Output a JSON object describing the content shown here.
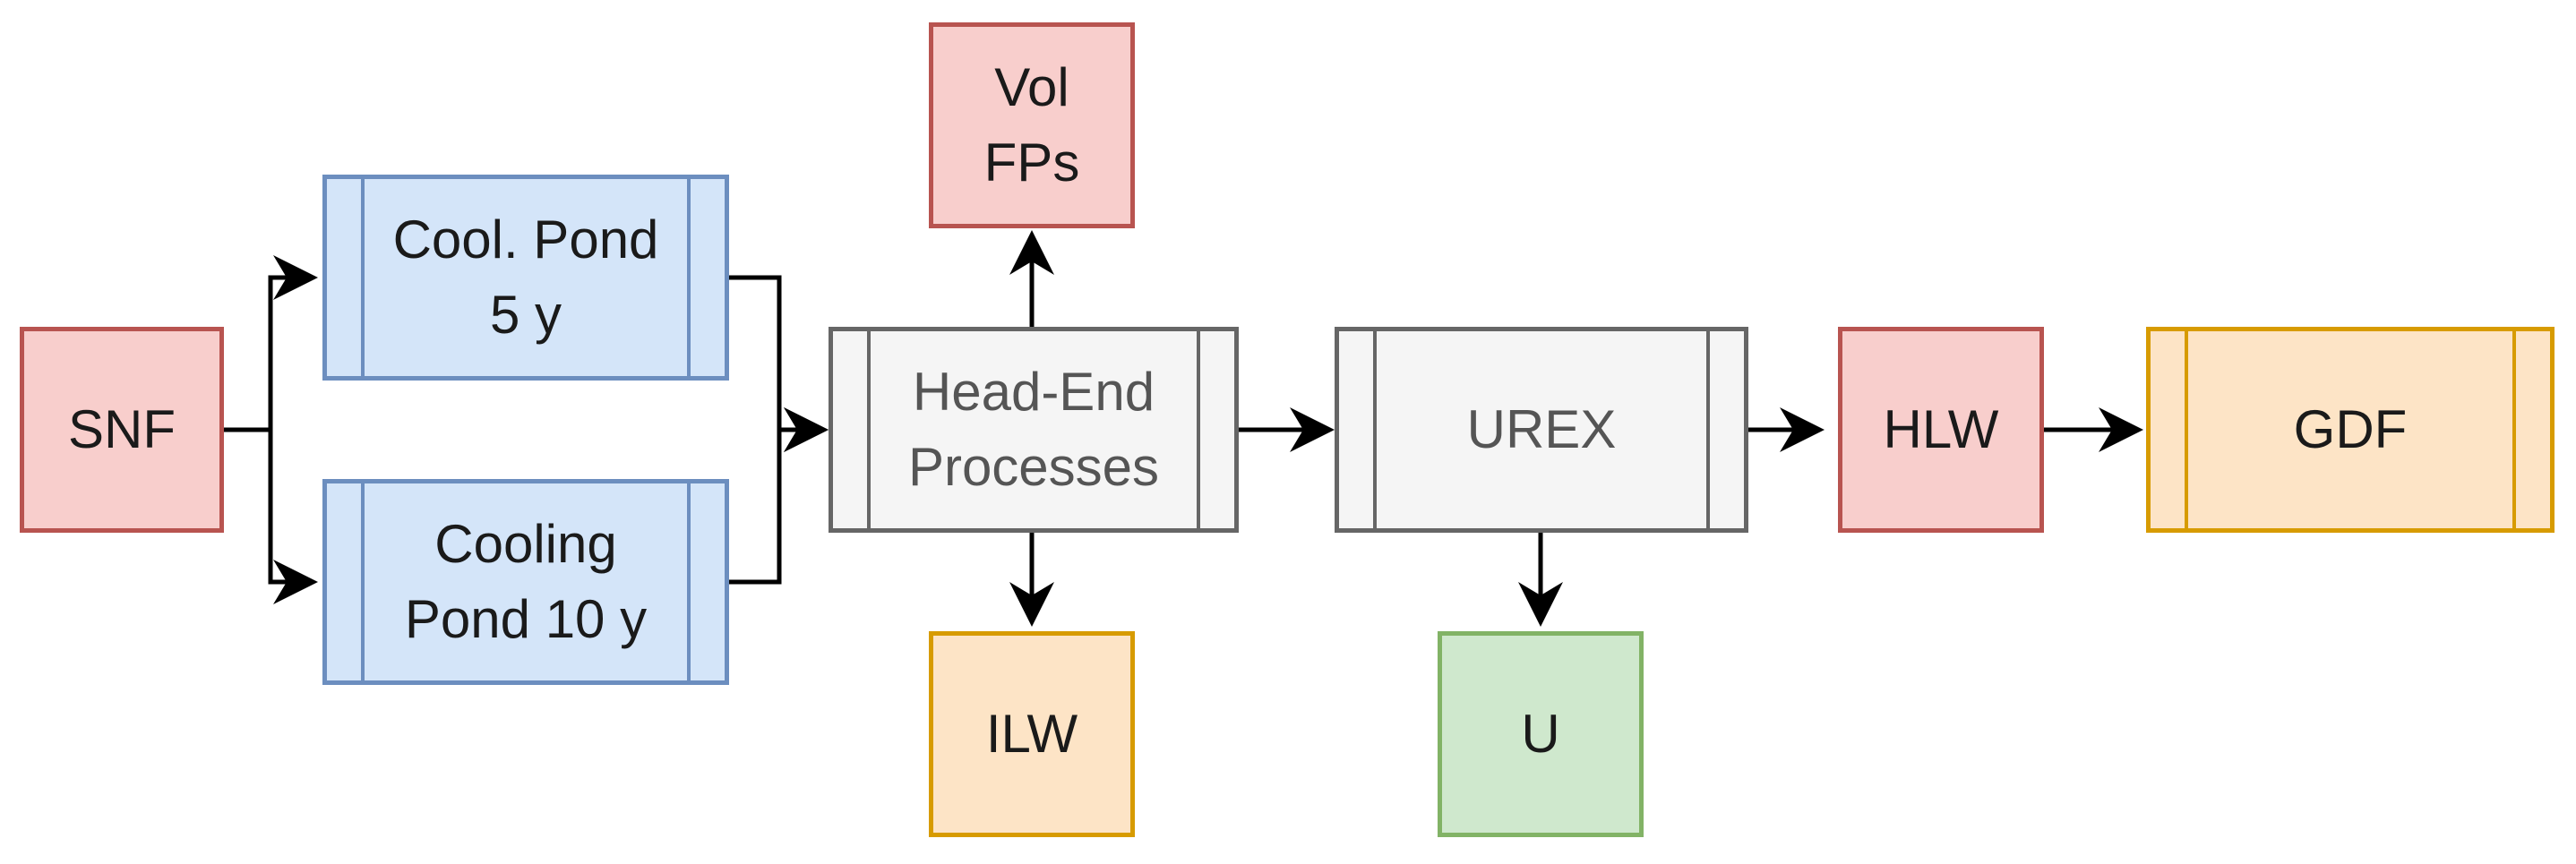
{
  "nodes": {
    "snf": "SNF",
    "cool_pond": "Cool. Pond\n5 y",
    "cooling_pond": "Cooling\nPond 10 y",
    "head_end": "Head-End\nProcesses",
    "vol_fps": "Vol\nFPs",
    "ilw": "ILW",
    "urex": "UREX",
    "u": "U",
    "hlw": "HLW",
    "gdf": "GDF"
  },
  "colors": {
    "waste_fill": "#f8cecc",
    "storage_fill": "#d4e5f9",
    "process_fill": "#f5f5f5",
    "intermediate_waste_fill": "#fde4c6",
    "product_fill": "#cfe8cd"
  }
}
